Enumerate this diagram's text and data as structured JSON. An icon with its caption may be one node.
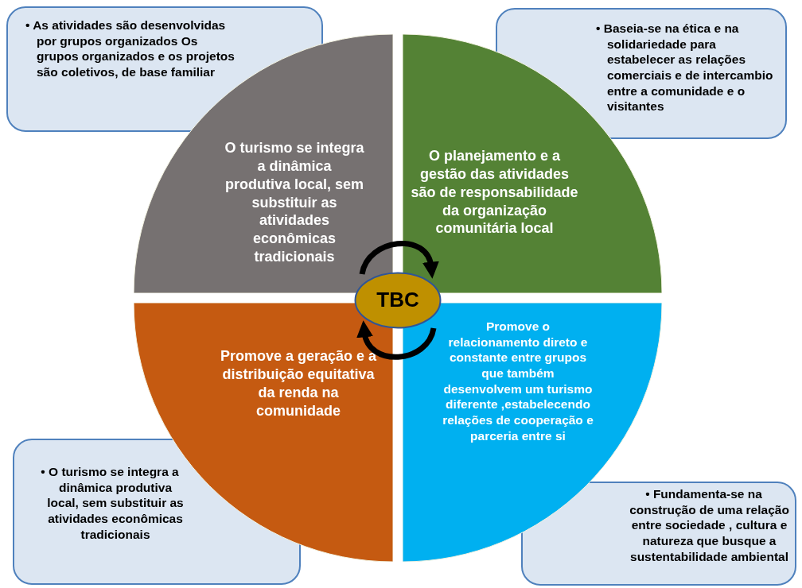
{
  "diagram": {
    "nodes": [
      {
        "text": [
          "• As atividades são desenvolvidas por grupos organizados Os grupos organizados e os projetos são coletivos, de base familiar"
        ]
      },
      {
        "text": [
          "• Baseia-se na ética e na solidariedade para estabelecer as relações comerciais e de intercambio entre a comunidade e o visitantes"
        ]
      },
      {
        "text": [
          "O turismo se integra a dinâmica produtiva local, sem substituir as atividades econômicas tradicionais"
        ]
      },
      {
        "text": [
          "O planejamento e a gestão das atividades são de responsabilidade da organização comunitária local"
        ]
      },
      {
        "text": [
          "TBC"
        ]
      },
      {
        "text": [
          "Promove a geração e a distribuição equitativa da renda na comunidade"
        ]
      },
      {
        "text": [
          "Promove o relacionamento direto e constante entre grupos que também desenvolvem um turismo diferente ,estabelecendo relações de cooperação e parceria entre si"
        ]
      },
      {
        "text": [
          "• O turismo se integra a dinâmica produtiva local, sem substituir as atividades econômicas tradicionais"
        ]
      },
      {
        "text": [
          "• Fundamenta-se na construção de uma relação entre sociedade , cultura e natureza que busque a sustentabilidade ambiental"
        ]
      }
    ],
    "edges": [
      {
        "from": 2,
        "to": 3,
        "arrow": "to"
      },
      {
        "from": 6,
        "to": 5,
        "arrow": "to"
      }
    ]
  }
}
